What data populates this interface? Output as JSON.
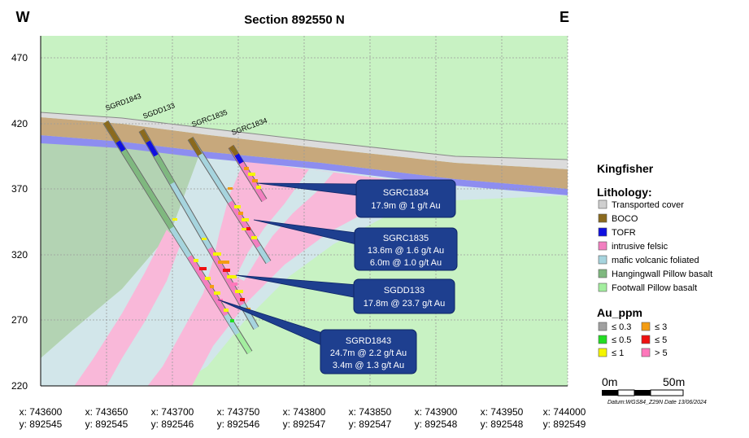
{
  "header": {
    "west": "W",
    "east": "E",
    "title": "Section 892550 N"
  },
  "y_axis": {
    "ticks": [
      "470",
      "420",
      "370",
      "320",
      "270",
      "220"
    ]
  },
  "x_axis": {
    "ticks": [
      {
        "x": "x: 743600",
        "y": "y: 892545"
      },
      {
        "x": "x: 743650",
        "y": "y: 892545"
      },
      {
        "x": "x: 743700",
        "y": "y: 892546"
      },
      {
        "x": "x: 743750",
        "y": "y: 892546"
      },
      {
        "x": "x: 743800",
        "y": "y: 892547"
      },
      {
        "x": "x: 743850",
        "y": "y: 892547"
      },
      {
        "x": "x: 743900",
        "y": "y: 892548"
      },
      {
        "x": "x: 743950",
        "y": "y: 892548"
      },
      {
        "x": "x: 744000",
        "y": "y: 892549"
      }
    ]
  },
  "holes": [
    "SGRD1843",
    "SGDD133",
    "SGRC1835",
    "SGRC1834"
  ],
  "callouts": [
    {
      "name": "SGRC1834",
      "lines": [
        "17.9m @ 1 g/t Au"
      ]
    },
    {
      "name": "SGRC1835",
      "lines": [
        "13.6m @ 1.6 g/t Au",
        "6.0m @ 1.0 g/t Au"
      ]
    },
    {
      "name": "SGDD133",
      "lines": [
        "17.8m @ 23.7 g/t Au"
      ]
    },
    {
      "name": "SGRD1843",
      "lines": [
        "24.7m @ 2.2 g/t Au",
        "3.4m @ 1.3 g/t Au"
      ]
    }
  ],
  "legend": {
    "project": "Kingfisher",
    "lithology_title": "Lithology:",
    "lithology": [
      {
        "label": "Transported cover",
        "color": "#cfcfcf"
      },
      {
        "label": "BOCO",
        "color": "#8b6a1e"
      },
      {
        "label": "TOFR",
        "color": "#1010e0"
      },
      {
        "label": "intrusive felsic",
        "color": "#f27fc0"
      },
      {
        "label": "mafic volcanic foliated",
        "color": "#a6d4de"
      },
      {
        "label": "Hangingwall Pillow basalt",
        "color": "#7fb87f"
      },
      {
        "label": "Footwall Pillow basalt",
        "color": "#a3ee9f"
      }
    ],
    "au_title": "Au_ppm",
    "au": [
      {
        "label": "≤ 0.3",
        "color": "#a0a0a0"
      },
      {
        "label": "≤ 3",
        "color": "#f39c12"
      },
      {
        "label": "≤ 0.5",
        "color": "#22dd22"
      },
      {
        "label": "≤ 5",
        "color": "#ee1111"
      },
      {
        "label": "≤ 1",
        "color": "#f5f500"
      },
      {
        "label": "> 5",
        "color": "#ff77bb"
      }
    ]
  },
  "scale": {
    "start": "0m",
    "end": "50m"
  },
  "datum": "Datum:WGS84_Z29N Date 13/06/2024",
  "colors": {
    "callout_fill": "#1e3f8f",
    "cover": "#cfcfcf",
    "boco": "#c7a87c",
    "tofr_band": "#8d8df0",
    "felsic": "#f9b8d9",
    "mafic": "#d2e6ea",
    "hangingwall": "#b3d3b3",
    "footwall": "#c8f2c3"
  }
}
